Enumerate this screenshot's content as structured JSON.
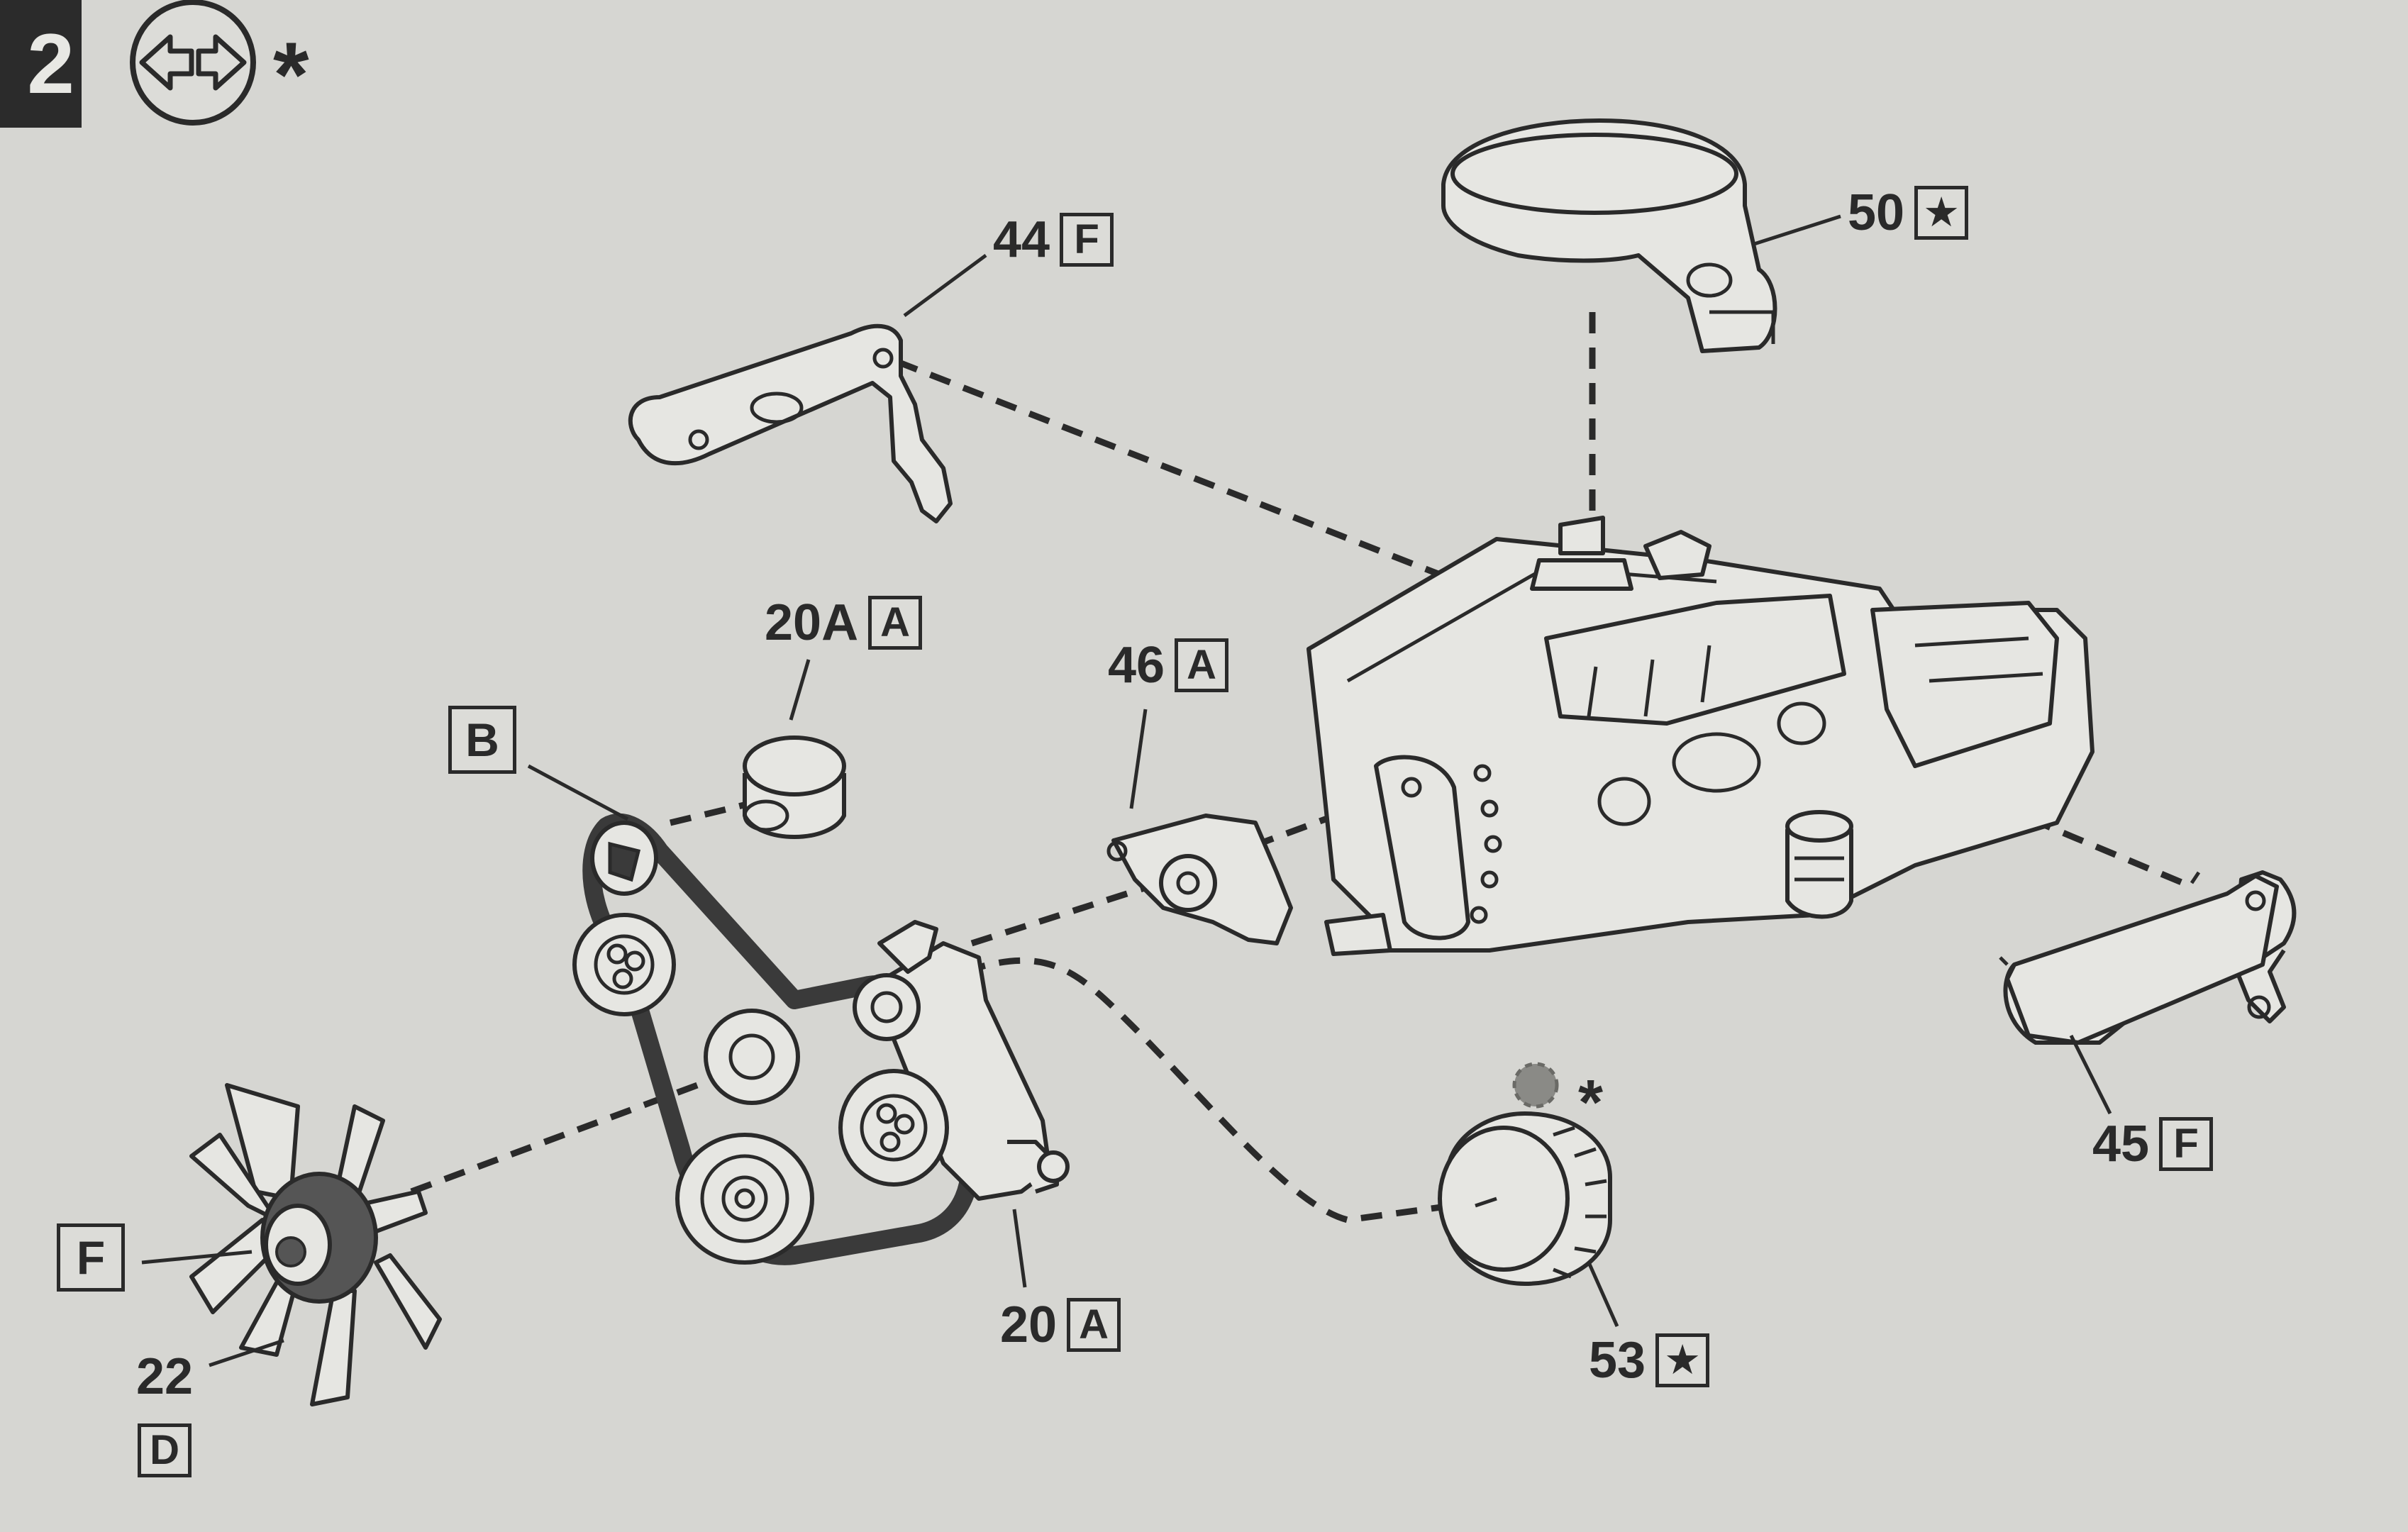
{
  "step": {
    "number": "2"
  },
  "header": {
    "asterisk": "*"
  },
  "parts": {
    "p44": {
      "num": "44",
      "letter": "F"
    },
    "p50": {
      "num": "50",
      "letter": "★"
    },
    "p20a": {
      "num": "20A",
      "letter": "A"
    },
    "p46": {
      "num": "46",
      "letter": "A"
    },
    "pB": {
      "letter": "B"
    },
    "p45": {
      "num": "45",
      "letter": "F"
    },
    "pF": {
      "letter": "F"
    },
    "p22": {
      "num": "22",
      "letter": "D"
    },
    "p20": {
      "num": "20",
      "letter": "A"
    },
    "p53": {
      "num": "53",
      "letter": "★"
    },
    "p53_note": "*"
  },
  "colors": {
    "paper": "#d6d6d2",
    "ink": "#2a2a2a",
    "part_fill": "#e6e6e2"
  }
}
